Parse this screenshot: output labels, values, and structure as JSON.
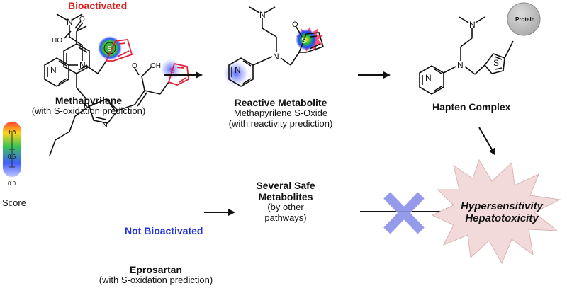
{
  "methapyrilene": {
    "status": "Bioactivated",
    "name": "Methapyrilene",
    "note": "(with S-oxidation prediction)"
  },
  "metabolite": {
    "name": "Reactive Metabolite",
    "subtitle": "Methapyrilene S-Oxide",
    "note": "(with reactivity prediction)"
  },
  "hapten": {
    "name": "Hapten Complex",
    "protein": "Protein"
  },
  "eprosartan": {
    "status": "Not Bioactivated",
    "name": "Eprosartan",
    "note": "(with S-oxidation prediction)"
  },
  "safe": {
    "line1": "Several Safe",
    "line2": "Metabolites",
    "line3": "(by other",
    "line4": "pathways)"
  },
  "outcome": {
    "line1": "Hypersensitivity",
    "line2": "Hepatotoxicity"
  },
  "score": {
    "label": "Score",
    "ticks": [
      "1.0",
      "0.5",
      "0.0"
    ]
  },
  "atoms": {
    "n": "N",
    "s": "S",
    "o": "O",
    "o_minus": "O",
    "ho": "HO",
    "oh": "OH"
  },
  "colors": {
    "bioactivated": "#e02020",
    "not_bioactivated": "#2233dd",
    "thiophene": "#e0203a",
    "cross": "#8a90e8",
    "starburst": "#f3dada",
    "protein": "#bdbdbd"
  }
}
